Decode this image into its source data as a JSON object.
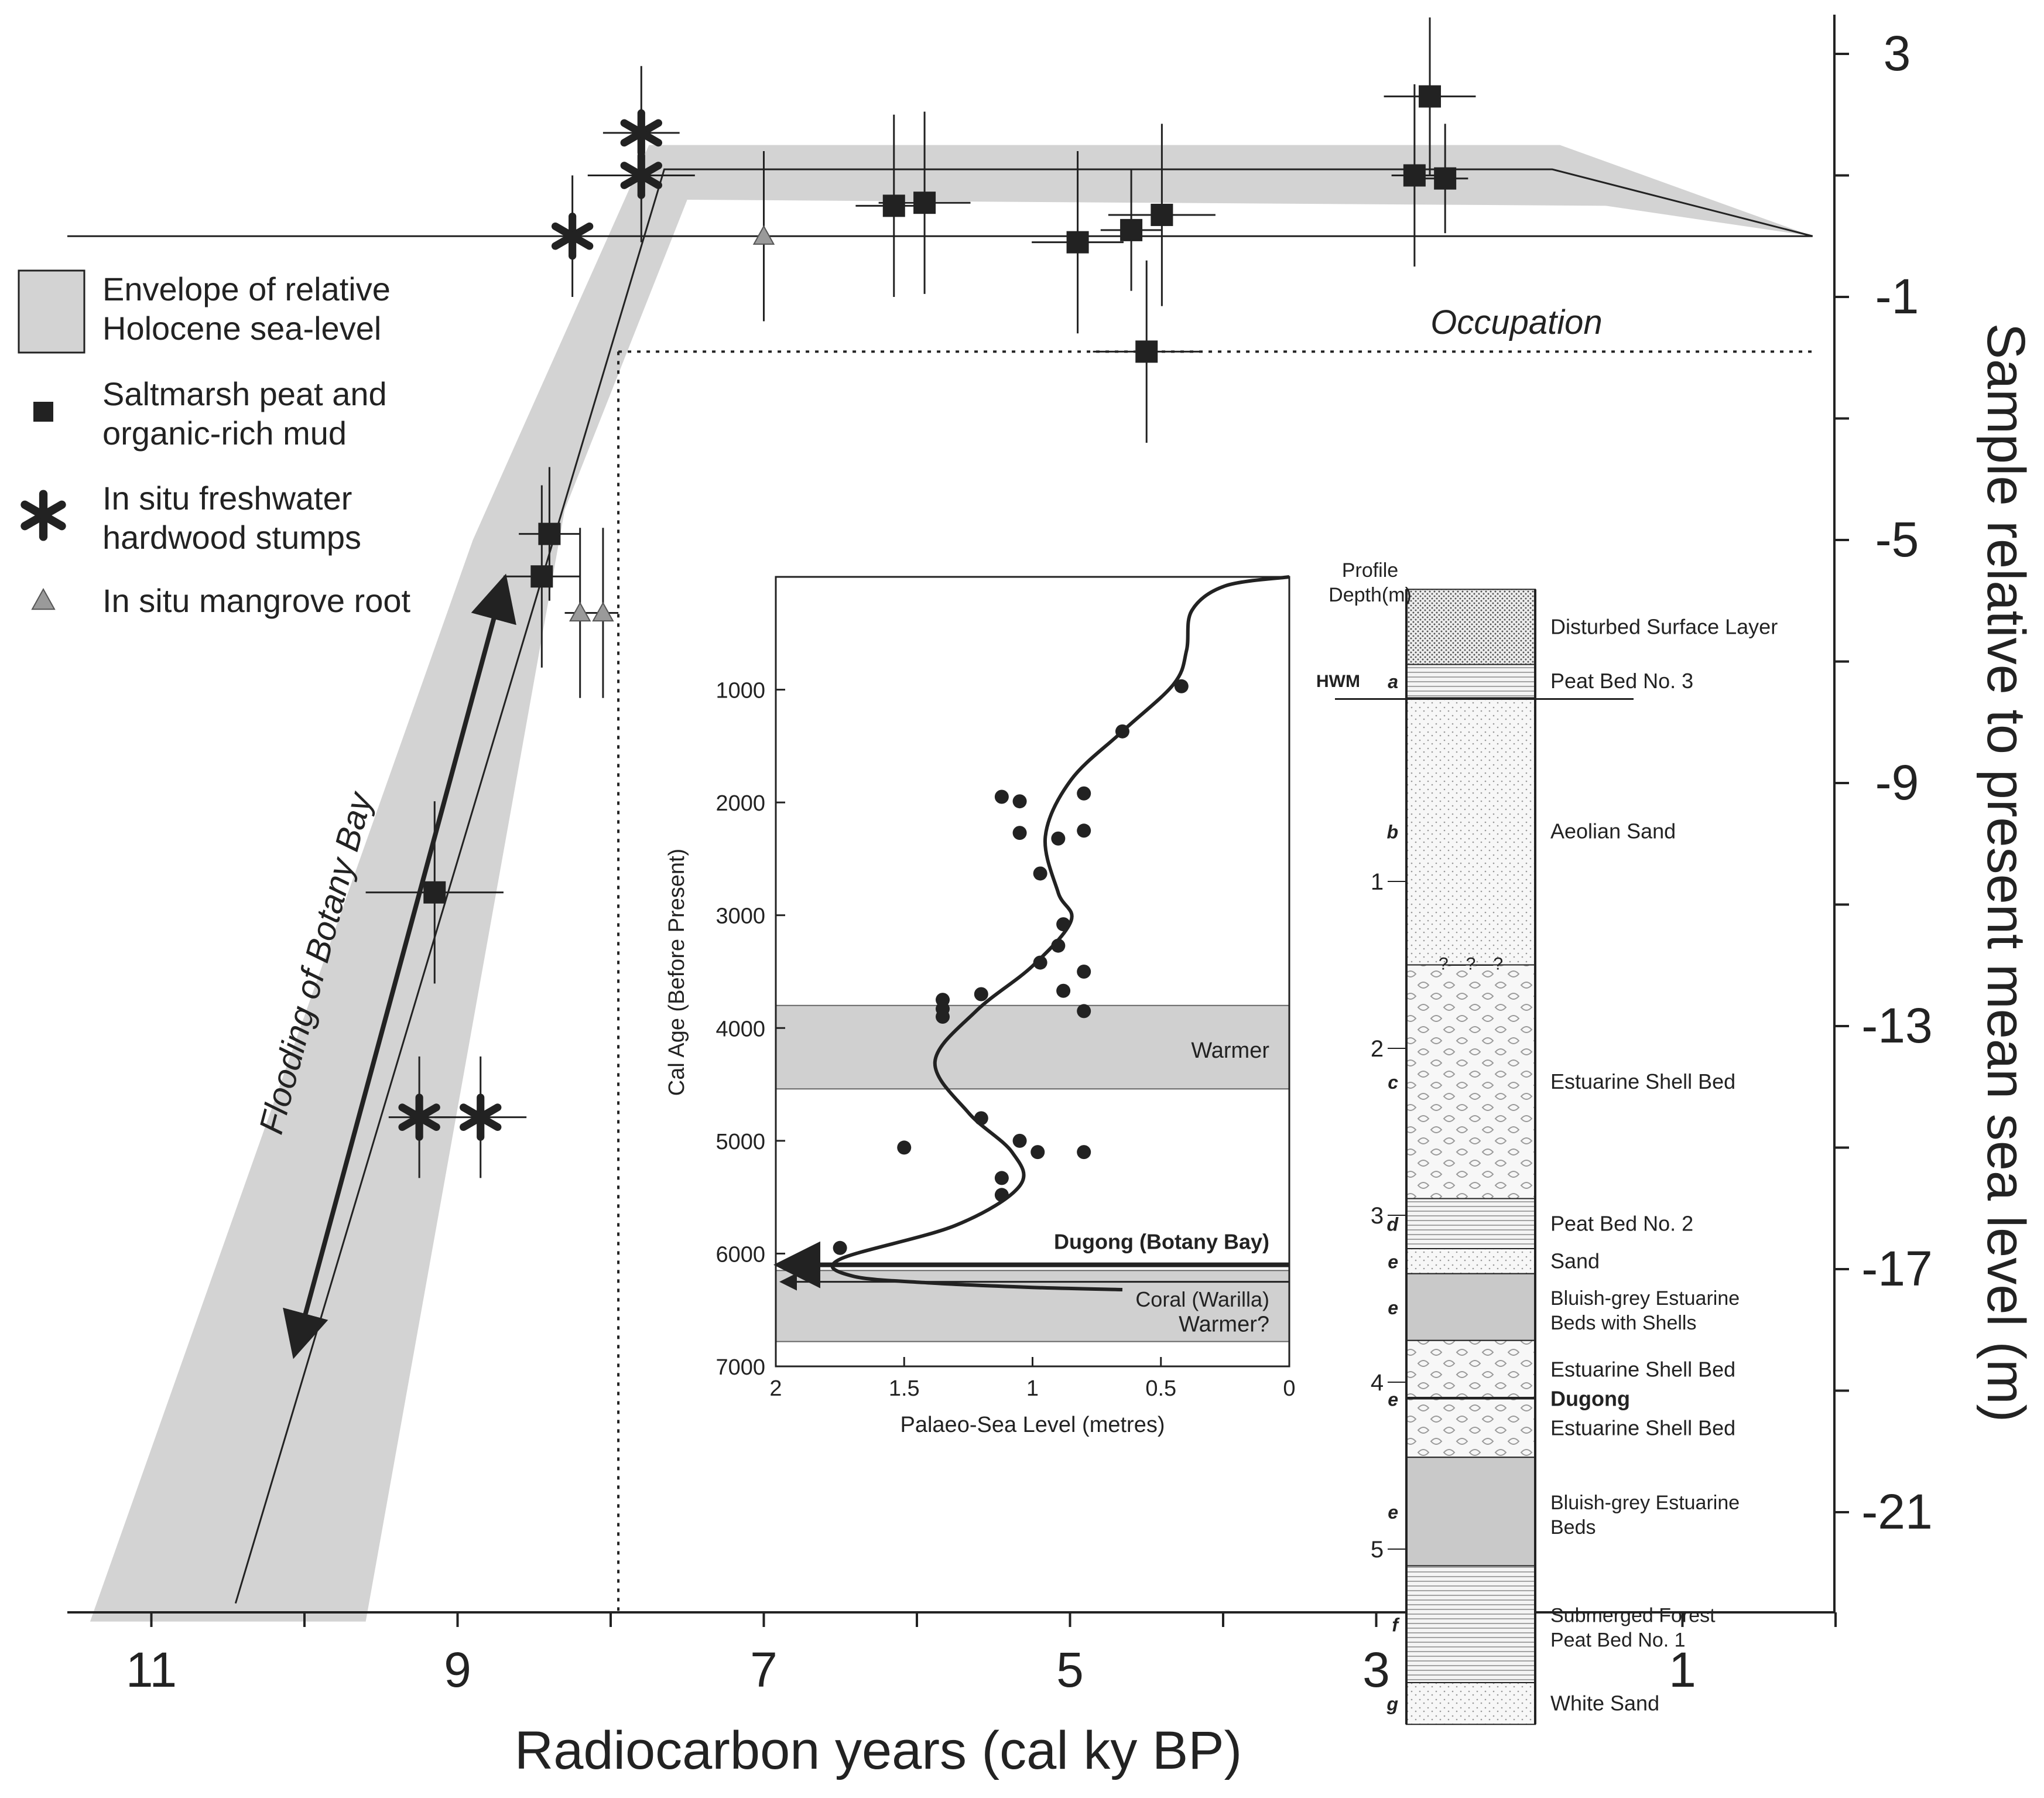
{
  "chart_data": [
    {
      "type": "scatter",
      "xlabel": "Radiocarbon years (cal ky BP)",
      "ylabel": "Sample relative to present mean sea level (m)",
      "xlim": [
        11.5,
        0
      ],
      "ylim": [
        -23.2,
        3.5
      ],
      "x_ticks": [
        11,
        9,
        7,
        5,
        3,
        1
      ],
      "y_ticks": [
        3,
        -1,
        -5,
        -9,
        -13,
        -17,
        -21
      ],
      "legend": {
        "placement": "left",
        "items": [
          {
            "key": "envelope",
            "label_lines": [
              "Envelope of relative",
              "Holocene sea-level"
            ]
          },
          {
            "key": "saltmarsh",
            "label_lines": [
              "Saltmarsh peat and",
              "organic-rich mud"
            ]
          },
          {
            "key": "stumps",
            "label_lines": [
              "In situ freshwater",
              "hardwood stumps"
            ]
          },
          {
            "key": "mangrove",
            "label_lines": [
              "In situ mangrove root"
            ]
          }
        ]
      },
      "series": [
        {
          "key": "saltmarsh",
          "marker": "square",
          "points": [
            {
              "x": 8.4,
              "y": -4.9,
              "xerr": 0.2,
              "yerr": 1.1
            },
            {
              "x": 8.45,
              "y": -5.6,
              "xerr": 0.25,
              "yerr": 1.5
            },
            {
              "x": 9.15,
              "y": -10.8,
              "xerr": 0.45,
              "yerr": 1.5
            },
            {
              "x": 6.15,
              "y": 0.5,
              "xerr": 0.25,
              "yerr": 1.5
            },
            {
              "x": 5.95,
              "y": 0.55,
              "xerr": 0.3,
              "yerr": 1.5
            },
            {
              "x": 4.95,
              "y": -0.1,
              "xerr": 0.3,
              "yerr": 1.5
            },
            {
              "x": 4.6,
              "y": 0.1,
              "xerr": 0.2,
              "yerr": 1.0
            },
            {
              "x": 4.4,
              "y": 0.35,
              "xerr": 0.35,
              "yerr": 1.5
            },
            {
              "x": 4.5,
              "y": -1.9,
              "xerr": 0.35,
              "yerr": 1.5
            },
            {
              "x": 2.65,
              "y": 2.3,
              "xerr": 0.3,
              "yerr": 1.3
            },
            {
              "x": 2.75,
              "y": 1.0,
              "xerr": 0.15,
              "yerr": 1.5
            },
            {
              "x": 2.55,
              "y": 0.95,
              "xerr": 0.15,
              "yerr": 0.9
            }
          ]
        },
        {
          "key": "stumps",
          "marker": "asterisk",
          "points": [
            {
              "x": 7.8,
              "y": 1.7,
              "xerr": 0.25,
              "yerr": 1.1
            },
            {
              "x": 7.8,
              "y": 1.0,
              "xerr": 0.35,
              "yerr": 1.1
            },
            {
              "x": 8.25,
              "y": 0.0,
              "xerr": 0.0,
              "yerr": 1.0
            },
            {
              "x": 9.25,
              "y": -14.5,
              "xerr": 0.2,
              "yerr": 1.0
            },
            {
              "x": 8.85,
              "y": -14.5,
              "xerr": 0.3,
              "yerr": 1.0
            }
          ]
        },
        {
          "key": "mangrove",
          "marker": "triangle",
          "points": [
            {
              "x": 7.0,
              "y": 0.0,
              "xerr": 0.0,
              "yerr": 1.4
            },
            {
              "x": 8.2,
              "y": -6.2,
              "xerr": 0.1,
              "yerr": 1.4
            },
            {
              "x": 8.05,
              "y": -6.2,
              "xerr": 0.1,
              "yerr": 1.4
            }
          ]
        }
      ],
      "envelope_polygon": [
        [
          11.4,
          -22.8
        ],
        [
          8.9,
          -5.0
        ],
        [
          8.6,
          -3.3
        ],
        [
          7.75,
          1.5
        ],
        [
          5.0,
          1.5
        ],
        [
          1.8,
          1.5
        ],
        [
          0.15,
          0.0
        ],
        [
          1.5,
          0.5
        ],
        [
          7.5,
          0.6
        ],
        [
          8.3,
          -4.5
        ],
        [
          9.6,
          -22.8
        ]
      ],
      "curve_line": [
        [
          10.45,
          -22.5
        ],
        [
          7.65,
          1.1
        ],
        [
          1.85,
          1.1
        ],
        [
          0.15,
          0.0
        ]
      ],
      "present_msl_line": {
        "y": 0.0,
        "x_from": 11.5,
        "x_to": 0.15
      },
      "occupation": {
        "label": "Occupation",
        "y": -1.9,
        "x": 7.95
      },
      "annotation": "Flooding of Botany Bay"
    },
    {
      "type": "scatter",
      "xlabel": "Palaeo-Sea Level (metres)",
      "ylabel": "Cal Age (Before Present)",
      "xlim": [
        2,
        0
      ],
      "ylim": [
        7000,
        0
      ],
      "x_ticks": [
        2,
        1.5,
        1,
        0.5,
        0
      ],
      "y_ticks": [
        1000,
        2000,
        3000,
        4000,
        5000,
        6000,
        7000
      ],
      "points": [
        {
          "x": 0.42,
          "y": 970
        },
        {
          "x": 0.65,
          "y": 1370
        },
        {
          "x": 1.12,
          "y": 1950
        },
        {
          "x": 1.05,
          "y": 1990
        },
        {
          "x": 0.8,
          "y": 1920
        },
        {
          "x": 1.05,
          "y": 2270
        },
        {
          "x": 0.9,
          "y": 2320
        },
        {
          "x": 0.8,
          "y": 2250
        },
        {
          "x": 0.97,
          "y": 2630
        },
        {
          "x": 0.88,
          "y": 3080
        },
        {
          "x": 0.9,
          "y": 3270
        },
        {
          "x": 0.97,
          "y": 3420
        },
        {
          "x": 0.8,
          "y": 3500
        },
        {
          "x": 0.88,
          "y": 3670
        },
        {
          "x": 0.8,
          "y": 3850
        },
        {
          "x": 1.2,
          "y": 3700
        },
        {
          "x": 1.35,
          "y": 3750
        },
        {
          "x": 1.35,
          "y": 3830
        },
        {
          "x": 1.35,
          "y": 3900
        },
        {
          "x": 1.2,
          "y": 4800
        },
        {
          "x": 1.05,
          "y": 5000
        },
        {
          "x": 0.98,
          "y": 5100
        },
        {
          "x": 0.8,
          "y": 5100
        },
        {
          "x": 1.5,
          "y": 5060
        },
        {
          "x": 1.12,
          "y": 5330
        },
        {
          "x": 1.12,
          "y": 5480
        },
        {
          "x": 1.75,
          "y": 5950
        }
      ],
      "curve": [
        [
          0.0,
          0
        ],
        [
          0.25,
          80
        ],
        [
          0.38,
          300
        ],
        [
          0.4,
          650
        ],
        [
          0.45,
          950
        ],
        [
          0.65,
          1370
        ],
        [
          0.85,
          1800
        ],
        [
          0.95,
          2300
        ],
        [
          0.9,
          2800
        ],
        [
          0.85,
          3050
        ],
        [
          1.0,
          3450
        ],
        [
          1.22,
          3850
        ],
        [
          1.38,
          4300
        ],
        [
          1.25,
          4750
        ],
        [
          1.08,
          5100
        ],
        [
          1.05,
          5400
        ],
        [
          1.3,
          5750
        ],
        [
          1.75,
          6050
        ],
        [
          1.7,
          6200
        ],
        [
          1.4,
          6260
        ],
        [
          1.0,
          6300
        ],
        [
          0.65,
          6320
        ]
      ],
      "bands": [
        {
          "label": "Warmer",
          "from": 3800,
          "to": 4540
        },
        {
          "label": "Warmer?",
          "from": 6150,
          "to": 6780
        }
      ],
      "arrows": [
        {
          "label": "Dugong (Botany Bay)",
          "y": 6100,
          "bold": true
        },
        {
          "label": "Coral (Warilla)",
          "y": 6250,
          "bold": false
        }
      ]
    },
    {
      "type": "table",
      "title_lines": [
        "Profile",
        "Depth(m)"
      ],
      "depth_ticks": [
        "1",
        "2",
        "3",
        "4",
        "5"
      ],
      "hwm_label": "HWM",
      "layers": [
        {
          "code": "",
          "label": "Disturbed Surface Layer",
          "pattern": "stipple-dense",
          "from": -0.75,
          "to": -0.3
        },
        {
          "code": "a",
          "label": "Peat Bed No. 3",
          "pattern": "lines",
          "from": -0.3,
          "to": -0.1
        },
        {
          "code": "b",
          "label": "Aeolian Sand",
          "pattern": "stipple",
          "from": -0.1,
          "to": 1.5
        },
        {
          "code": "c",
          "label": "Estuarine Shell Bed",
          "pattern": "shell",
          "from": 1.5,
          "to": 2.9
        },
        {
          "code": "d",
          "label": "Peat Bed No. 2",
          "pattern": "lines",
          "from": 2.9,
          "to": 3.2
        },
        {
          "code": "e",
          "label": "Sand",
          "pattern": "stipple",
          "from": 3.2,
          "to": 3.35
        },
        {
          "code": "e",
          "label": "Bluish-grey Estuarine",
          "label2": "Beds with Shells",
          "pattern": "grey",
          "from": 3.35,
          "to": 3.75
        },
        {
          "code": "",
          "label": "Estuarine Shell Bed",
          "pattern": "shell",
          "from": 3.75,
          "to": 4.1
        },
        {
          "code": "e",
          "label": "Dugong",
          "bold": true,
          "pattern": "boldline",
          "from": 4.1,
          "to": 4.1
        },
        {
          "code": "",
          "label": "Estuarine Shell Bed",
          "pattern": "shell",
          "from": 4.1,
          "to": 4.45
        },
        {
          "code": "e",
          "label": "Bluish-grey Estuarine",
          "label2": "Beds",
          "pattern": "grey",
          "from": 4.45,
          "to": 5.1
        },
        {
          "code": "f",
          "label": "Submerged Forest",
          "label2": "Peat Bed No. 1",
          "pattern": "lines",
          "from": 5.1,
          "to": 5.8
        },
        {
          "code": "g",
          "label": "White Sand",
          "pattern": "stipple",
          "from": 5.8,
          "to": 6.05
        }
      ],
      "uncertain_marks": "?—?—?"
    }
  ],
  "colors": {
    "envelope": "#d3d3d3",
    "ink": "#222222",
    "triangle": "#9a9a9a",
    "band": "#d0d0d0"
  }
}
